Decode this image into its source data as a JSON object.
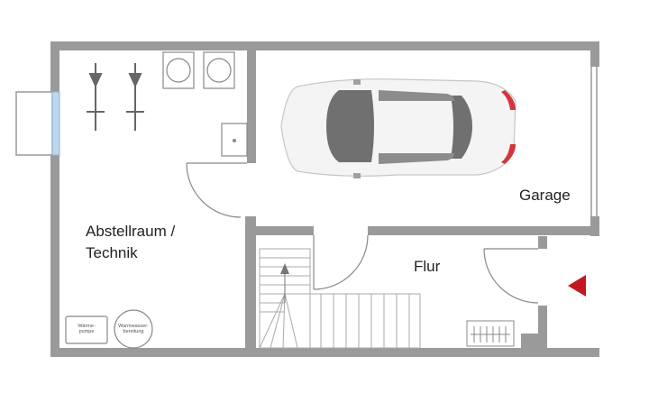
{
  "colors": {
    "wall": "#9a9a9a",
    "line": "#888888",
    "text": "#222222",
    "window_glass": "#bcd8ec",
    "entrance_marker": "#c2181f",
    "car_body": "#f4f4f4",
    "car_glass": "#707070"
  },
  "rooms": {
    "abstellraum": {
      "line1": "Abstellraum /",
      "line2": "Technik"
    },
    "garage": {
      "label": "Garage"
    },
    "flur": {
      "label": "Flur"
    }
  },
  "equipment": {
    "heat_pump": {
      "line1": "Wärme-",
      "line2": "pumpe"
    },
    "water_heater": {
      "line1": "Warmwasser-",
      "line2": "bereitung"
    }
  },
  "icons": [
    "shower-icon",
    "washing-machine-icon",
    "dryer-icon",
    "sink-icon",
    "car-icon",
    "stairs-icon",
    "radiator-icon",
    "entrance-arrow-icon"
  ]
}
